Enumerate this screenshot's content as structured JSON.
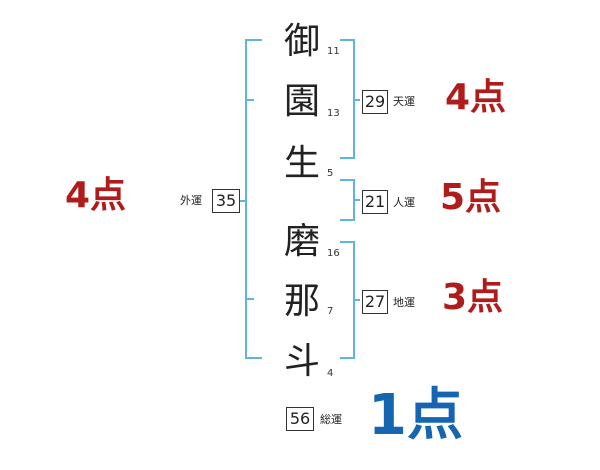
{
  "name_chars": [
    {
      "char": "御",
      "strokes": "11"
    },
    {
      "char": "園",
      "strokes": "13"
    },
    {
      "char": "生",
      "strokes": "5"
    },
    {
      "char": "磨",
      "strokes": "16"
    },
    {
      "char": "那",
      "strokes": "7"
    },
    {
      "char": "斗",
      "strokes": "4"
    }
  ],
  "gaiun": {
    "label": "外運",
    "value": "35",
    "score": "4点"
  },
  "tenun": {
    "label": "天運",
    "value": "29",
    "score": "4点"
  },
  "jinun": {
    "label": "人運",
    "value": "21",
    "score": "5点"
  },
  "chiun": {
    "label": "地運",
    "value": "27",
    "score": "3点"
  },
  "souun": {
    "label": "総運",
    "value": "56",
    "score": "1点"
  },
  "colors": {
    "bracket": "#5fb4e0",
    "score_red": "#b01c1c",
    "score_blue": "#1565b0"
  }
}
